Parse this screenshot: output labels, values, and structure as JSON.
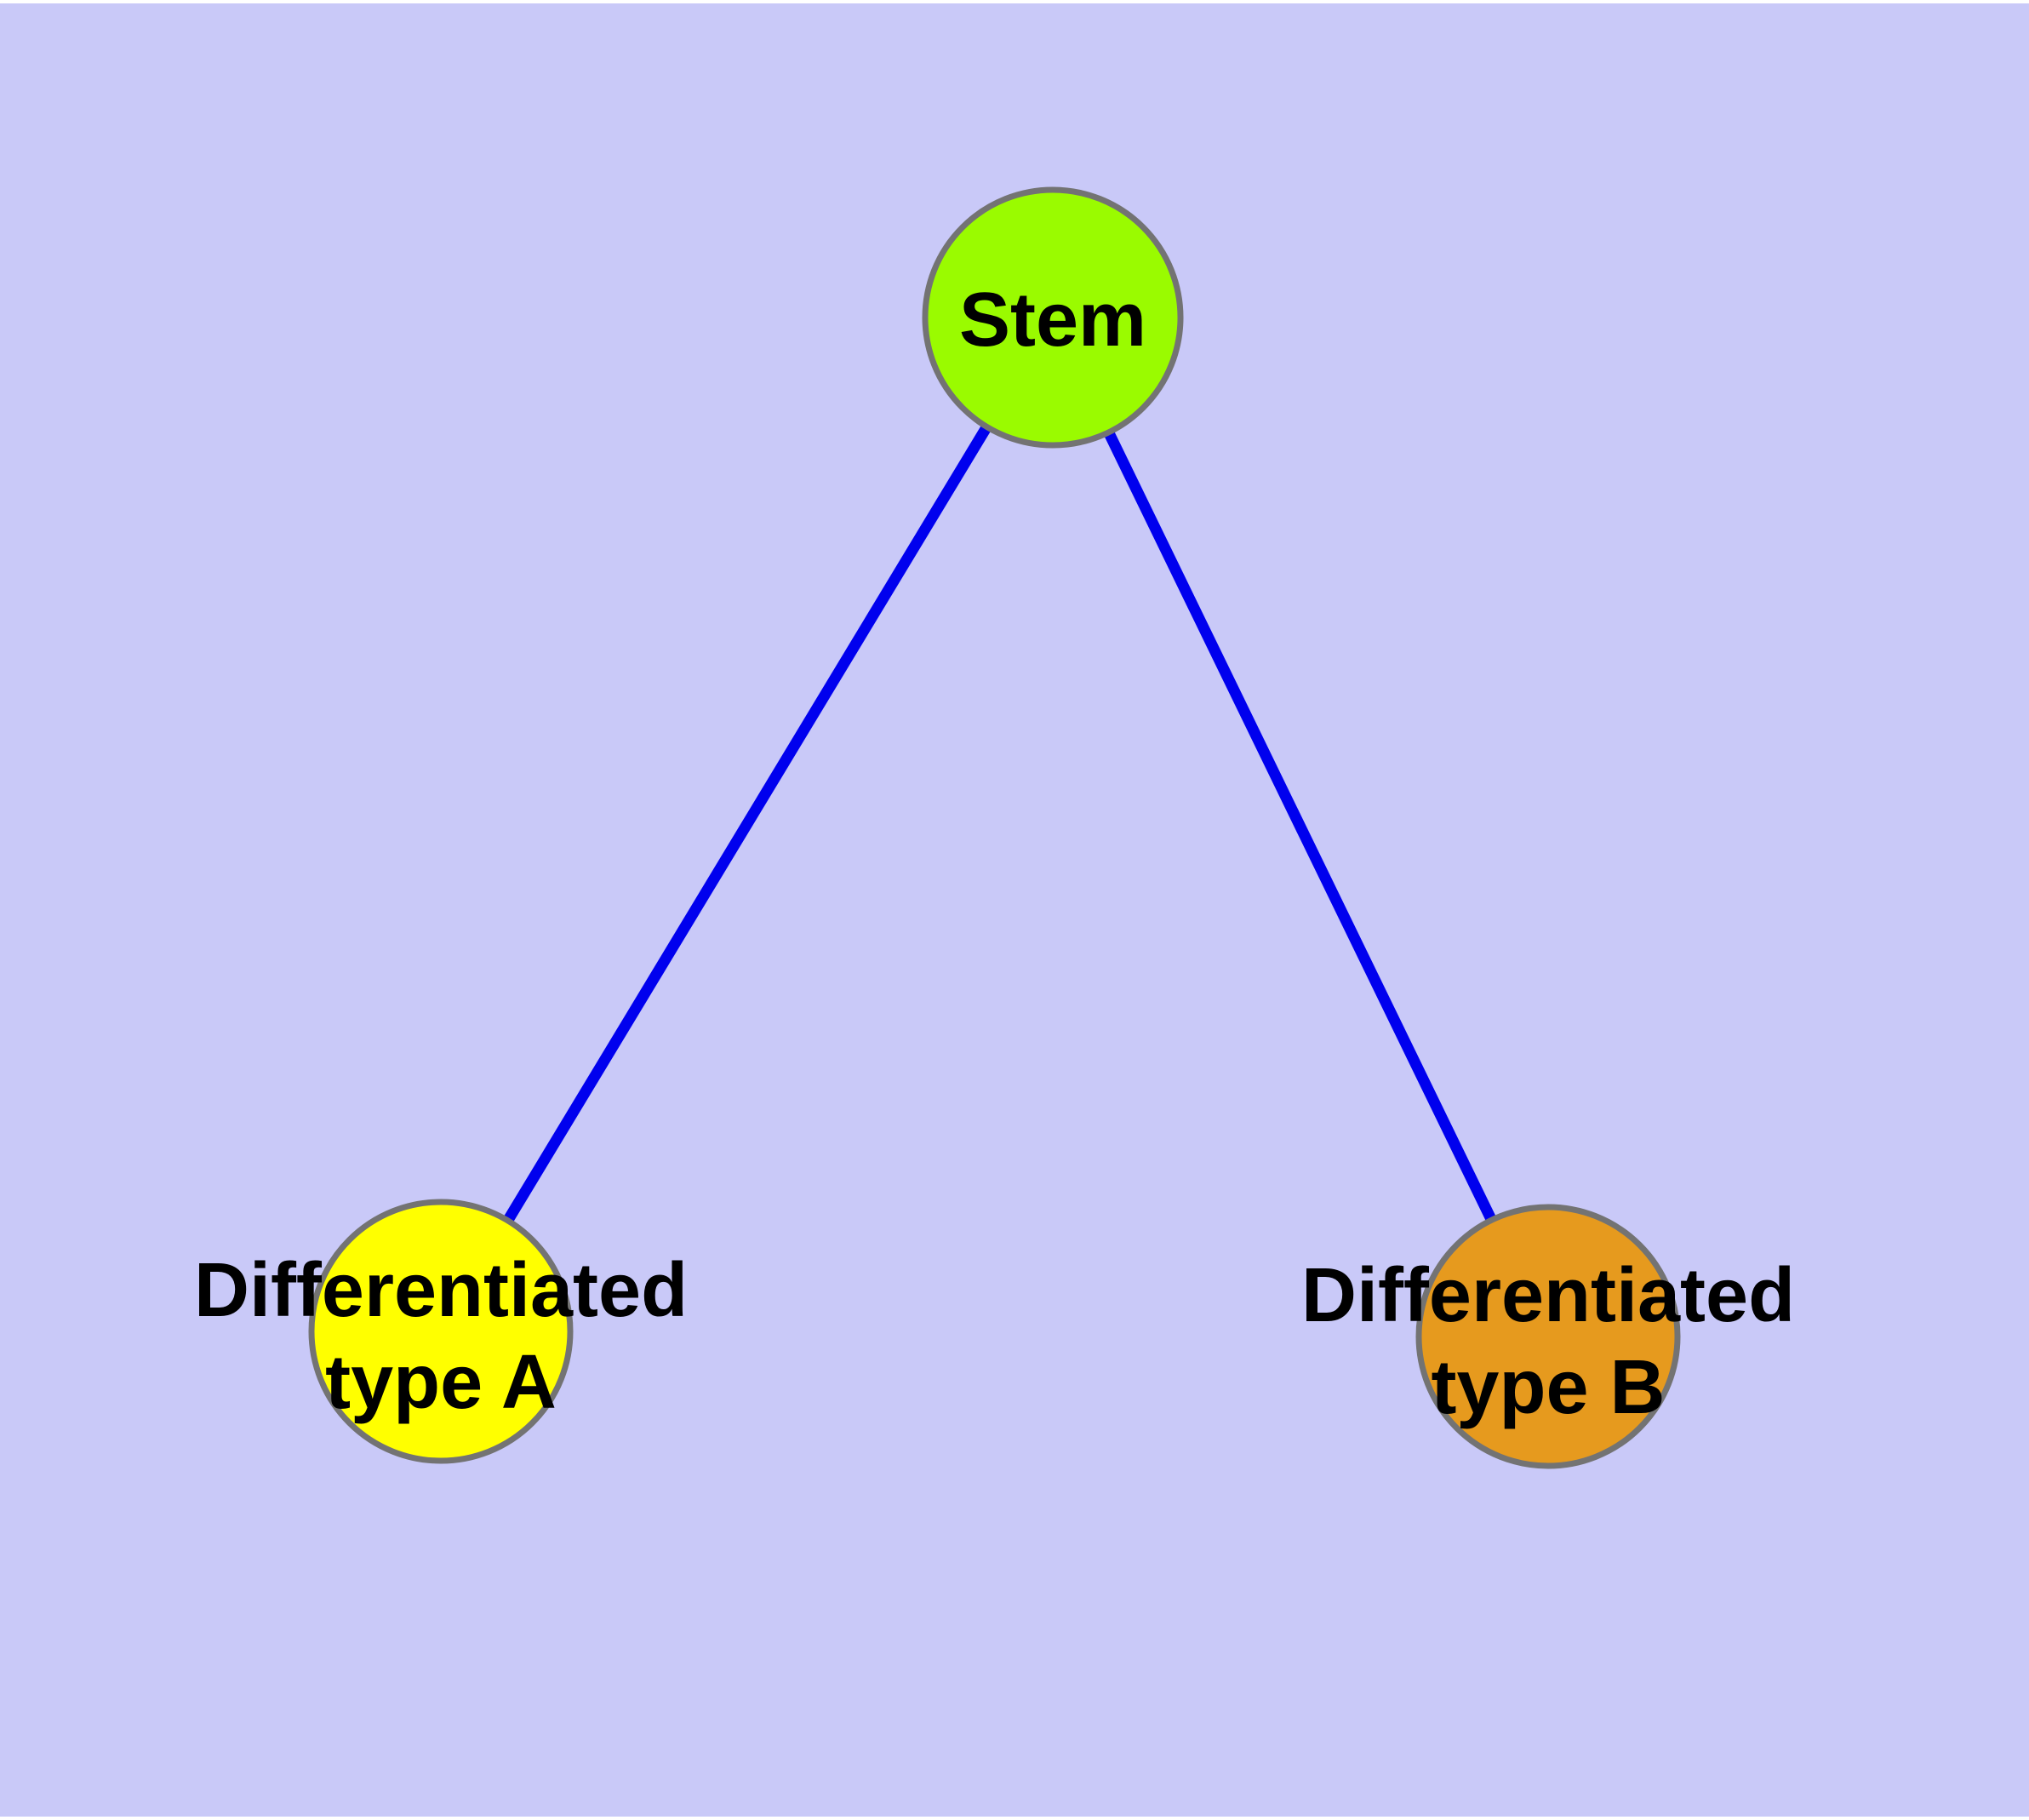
{
  "diagram": {
    "type": "graph",
    "background_color": "#c9c9f8",
    "page_margin_color": "#ffffff",
    "edge_color": "#0000ee",
    "node_border_color": "#737373",
    "label_color": "#000000",
    "nodes": [
      {
        "id": "stem",
        "label": "Stem",
        "lines": [
          "Stem"
        ],
        "color": "#9afb00"
      },
      {
        "id": "differentiated-type-a",
        "label": "Differentiated type A",
        "lines": [
          "Differentiated",
          "type A"
        ],
        "color": "#ffff00"
      },
      {
        "id": "differentiated-type-b",
        "label": "Differentiated type B",
        "lines": [
          "Differentiated",
          "type B"
        ],
        "color": "#e69a1e"
      }
    ],
    "edges": [
      {
        "from": "Stem",
        "to": "Differentiated type A"
      },
      {
        "from": "Stem",
        "to": "Differentiated type B"
      }
    ]
  }
}
